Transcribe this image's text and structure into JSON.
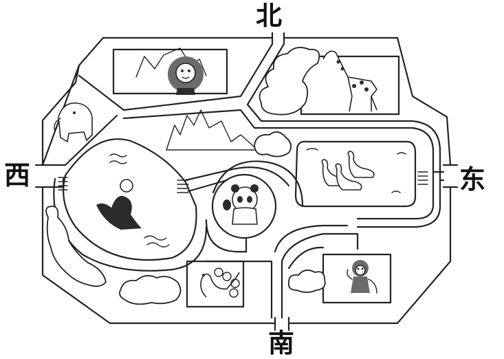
{
  "map": {
    "compass": {
      "north": "北",
      "south": "南",
      "west": "西",
      "east": "东"
    },
    "exhibits": [
      {
        "key": "lion",
        "icon": "lion-icon"
      },
      {
        "key": "giraffe",
        "icon": "giraffe-icon"
      },
      {
        "key": "elephant",
        "icon": "elephant-icon"
      },
      {
        "key": "sea-lion",
        "icon": "sea-lion-icon"
      },
      {
        "key": "panda",
        "icon": "panda-icon"
      },
      {
        "key": "geese",
        "icon": "goose-icon"
      },
      {
        "key": "peacock",
        "icon": "peacock-icon"
      },
      {
        "key": "monkey",
        "icon": "monkey-icon"
      }
    ]
  }
}
